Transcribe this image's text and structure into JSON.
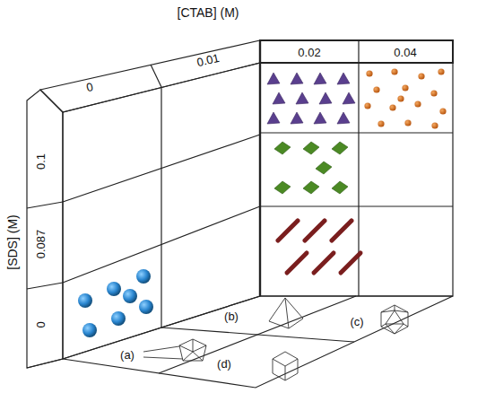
{
  "diagram": {
    "labels": [
      "[CTAB] (M)",
      "0",
      "0.01",
      "0.02",
      "0.04",
      "[SDS] (M)",
      "0.1",
      "0.087",
      "0",
      "(a)",
      "(b)",
      "(c)",
      "(d)"
    ]
  }
}
